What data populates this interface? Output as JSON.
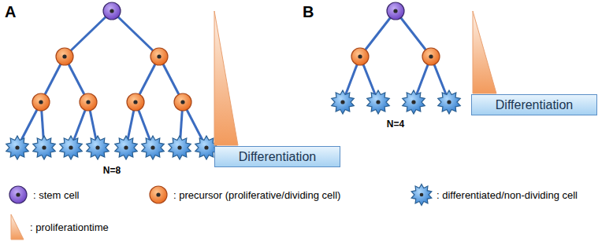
{
  "diagram": {
    "nodes": [
      {
        "text": [
          "Differentiation"
        ]
      },
      {
        "text": [
          "Differentiation"
        ]
      }
    ],
    "labels": [
      "A",
      "B",
      "N=8",
      "N=4"
    ],
    "legend": [
      {
        "text": ": stem cell"
      },
      {
        "text": ": precursor (proliferative/dividing cell)"
      },
      {
        "text": ": differentiated/non-dividing cell"
      },
      {
        "text": ": proliferationtime"
      }
    ]
  }
}
